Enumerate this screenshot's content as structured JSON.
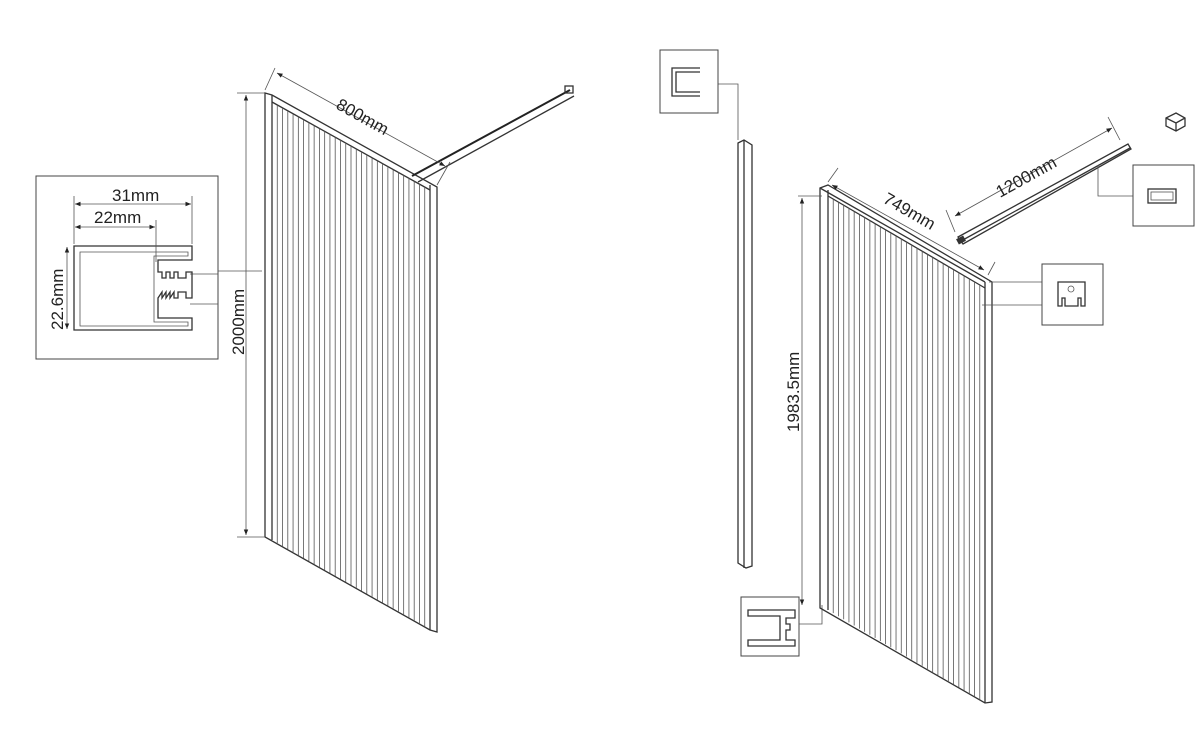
{
  "left_panel": {
    "width_label": "800mm",
    "height_label": "2000mm",
    "profile": {
      "outer_width_label": "31mm",
      "inner_width_label": "22mm",
      "depth_label": "22.6mm"
    }
  },
  "right_panel": {
    "width_label": "749mm",
    "height_label": "1983.5mm",
    "arm_length_label": "1200mm"
  },
  "colors": {
    "line": "#333333",
    "background": "#ffffff"
  }
}
